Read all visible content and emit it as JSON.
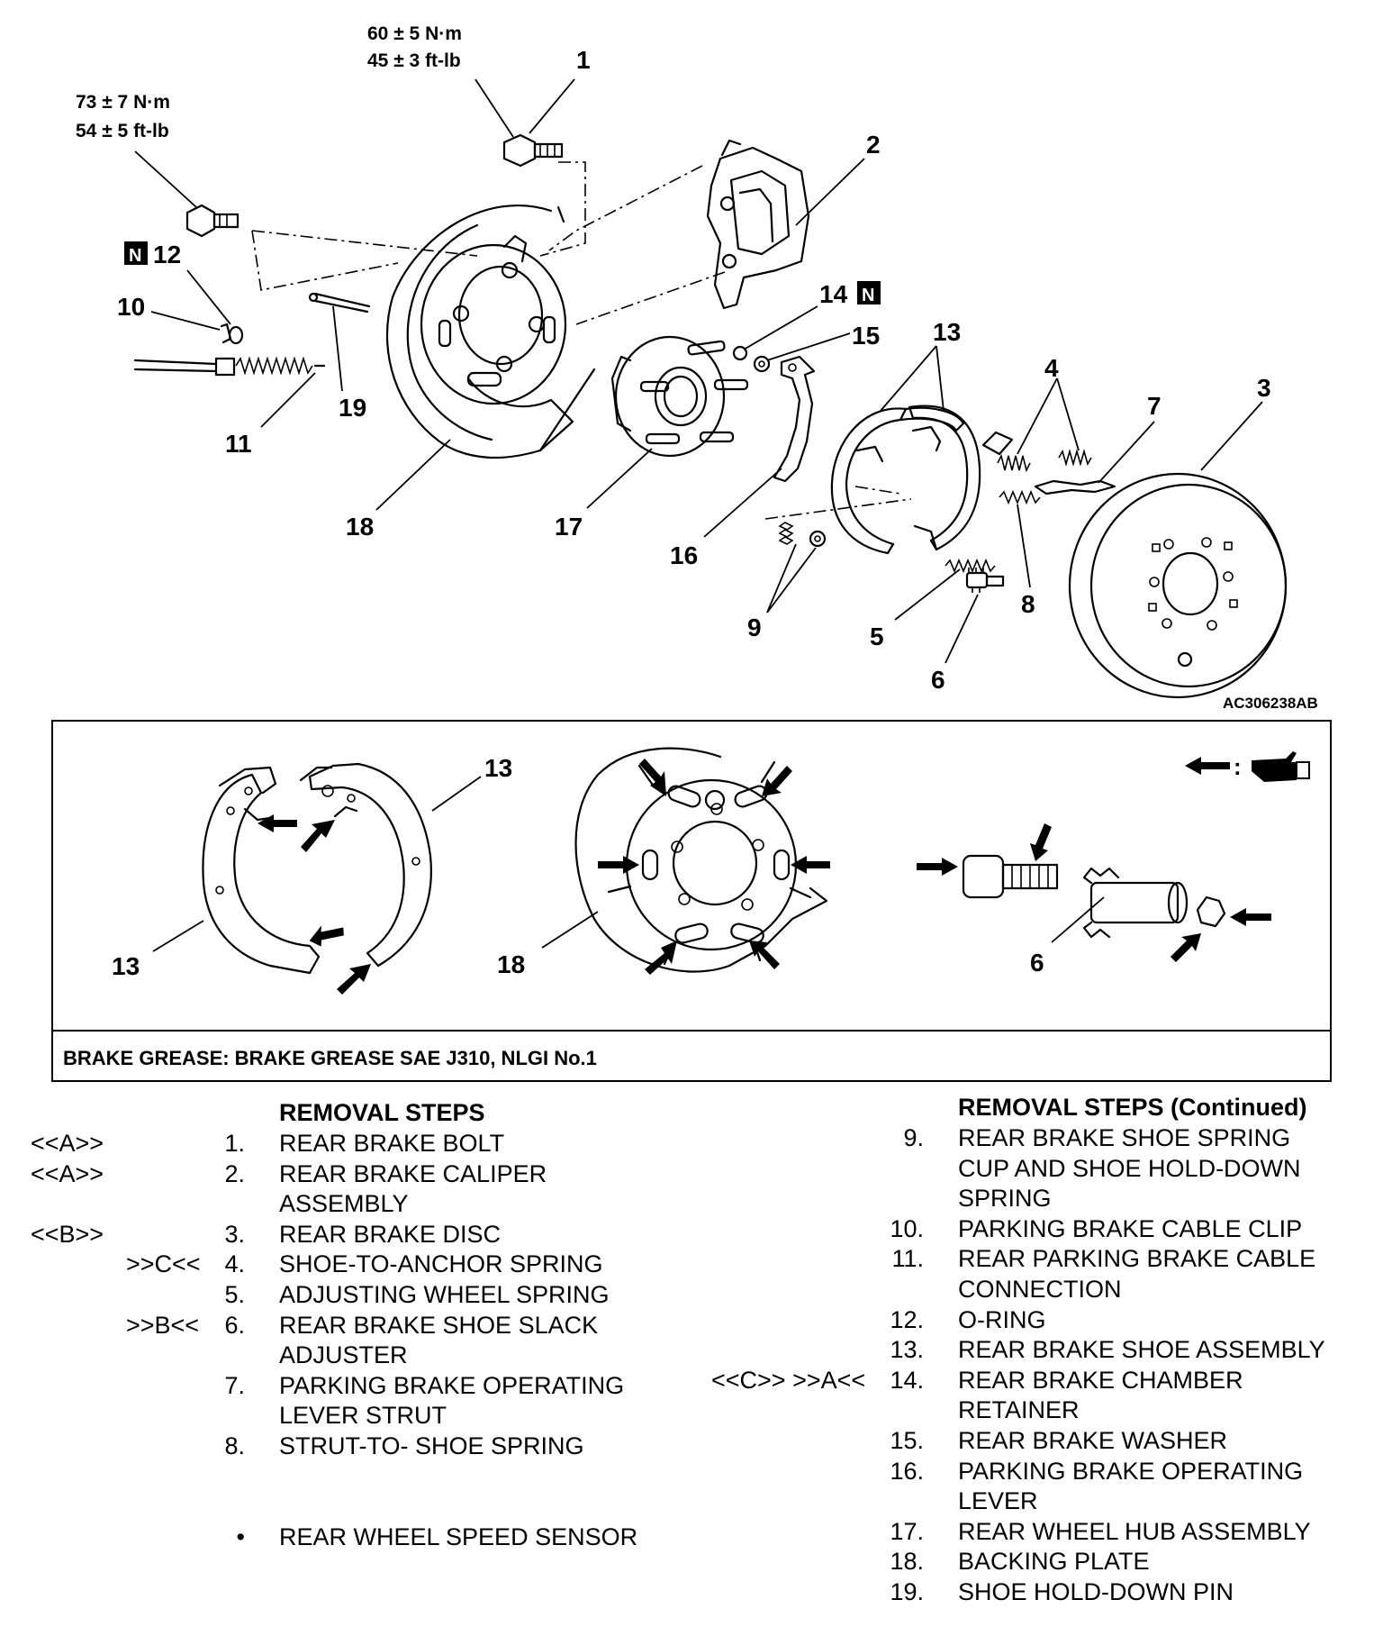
{
  "torque_bolt1": {
    "nm": "60 ± 5 N·m",
    "ftlb": "45 ± 3 ft-lb"
  },
  "torque_bolt18": {
    "nm": "73 ± 7 N·m",
    "ftlb": "54 ± 5 ft-lb"
  },
  "callouts": {
    "c1": "1",
    "c2": "2",
    "c3": "3",
    "c4": "4",
    "c5": "5",
    "c6": "6",
    "c7": "7",
    "c8": "8",
    "c9": "9",
    "c10": "10",
    "c11": "11",
    "c12": "12",
    "c13": "13",
    "c14": "14",
    "c15": "15",
    "c16": "16",
    "c17": "17",
    "c18": "18",
    "c19": "19"
  },
  "new_part_mark": "N",
  "figure_id": "AC306238AB",
  "grease_callouts": {
    "shoe_a": "13",
    "shoe_b": "13",
    "plate": "18",
    "adjuster": "6"
  },
  "grease_legend_colon": ":",
  "grease_note": "BRAKE GREASE: BRAKE GREASE SAE J310, NLGI No.1",
  "left_column": {
    "heading": "REMOVAL STEPS",
    "steps": [
      {
        "code": "<<A>>",
        "num": "1.",
        "lines": [
          "REAR BRAKE BOLT"
        ]
      },
      {
        "code": "<<A>>",
        "num": "2.",
        "lines": [
          "REAR BRAKE CALIPER",
          "ASSEMBLY"
        ]
      },
      {
        "code": "<<B>>",
        "num": "3.",
        "lines": [
          "REAR BRAKE DISC"
        ]
      },
      {
        "code": ">>C<<",
        "num": "4.",
        "lines": [
          "SHOE-TO-ANCHOR SPRING"
        ]
      },
      {
        "code": "",
        "num": "5.",
        "lines": [
          "ADJUSTING WHEEL SPRING"
        ]
      },
      {
        "code": ">>B<<",
        "num": "6.",
        "lines": [
          "REAR BRAKE SHOE SLACK",
          "ADJUSTER"
        ]
      },
      {
        "code": "",
        "num": "7.",
        "lines": [
          "PARKING BRAKE OPERATING",
          "LEVER STRUT"
        ]
      },
      {
        "code": "",
        "num": "8.",
        "lines": [
          "STRUT-TO- SHOE SPRING"
        ]
      },
      {
        "code": "",
        "num": "•",
        "lines": [
          "REAR WHEEL SPEED SENSOR"
        ]
      }
    ]
  },
  "right_column": {
    "heading": "REMOVAL STEPS (Continued)",
    "steps": [
      {
        "code": "",
        "num": "9.",
        "lines": [
          "REAR BRAKE SHOE SPRING",
          "CUP AND SHOE HOLD-DOWN",
          "SPRING"
        ]
      },
      {
        "code": "",
        "num": "10.",
        "lines": [
          "PARKING BRAKE CABLE CLIP"
        ]
      },
      {
        "code": "",
        "num": "11.",
        "lines": [
          "REAR PARKING BRAKE CABLE",
          "CONNECTION"
        ]
      },
      {
        "code": "",
        "num": "12.",
        "lines": [
          "O-RING"
        ]
      },
      {
        "code": "",
        "num": "13.",
        "lines": [
          "REAR BRAKE SHOE ASSEMBLY"
        ]
      },
      {
        "code": "<<C>>   >>A<<",
        "num": "14.",
        "lines": [
          "REAR BRAKE CHAMBER",
          "RETAINER"
        ]
      },
      {
        "code": "",
        "num": "15.",
        "lines": [
          "REAR BRAKE WASHER"
        ]
      },
      {
        "code": "",
        "num": "16.",
        "lines": [
          "PARKING BRAKE OPERATING",
          "LEVER"
        ]
      },
      {
        "code": "",
        "num": "17.",
        "lines": [
          "REAR WHEEL HUB ASSEMBLY"
        ]
      },
      {
        "code": "",
        "num": "18.",
        "lines": [
          "BACKING PLATE"
        ]
      },
      {
        "code": "",
        "num": "19.",
        "lines": [
          "SHOE HOLD-DOWN PIN"
        ]
      }
    ]
  }
}
